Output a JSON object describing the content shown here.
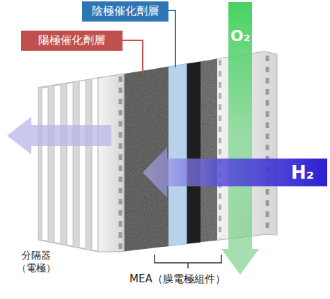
{
  "diagram": {
    "nodes": [
      {
        "text": [
          "陰極催化劑層"
        ]
      },
      {
        "text": [
          "陽極催化劑層"
        ]
      }
    ],
    "labels": [
      "O₂",
      "H₂",
      "分隔器 （電極）",
      "MEA（膜電極組件）"
    ]
  }
}
